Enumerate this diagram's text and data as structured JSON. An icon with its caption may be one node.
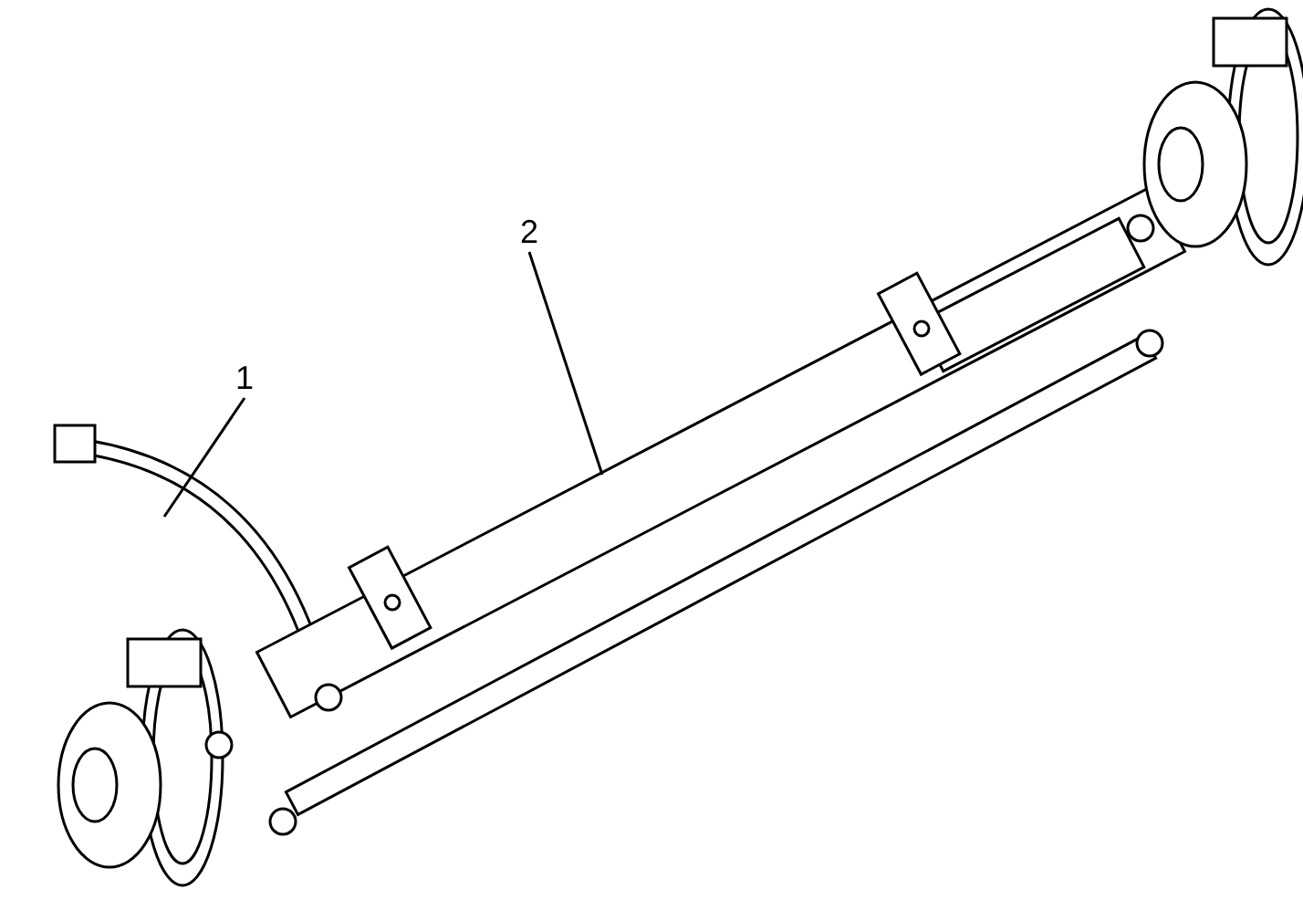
{
  "diagram": {
    "nodes": [
      {
        "text": [
          "1"
        ]
      },
      {
        "text": [
          "2"
        ]
      }
    ],
    "edges": [
      {
        "from": 0,
        "to": null,
        "arrow": "none"
      },
      {
        "from": 1,
        "to": null,
        "arrow": "none"
      }
    ]
  }
}
